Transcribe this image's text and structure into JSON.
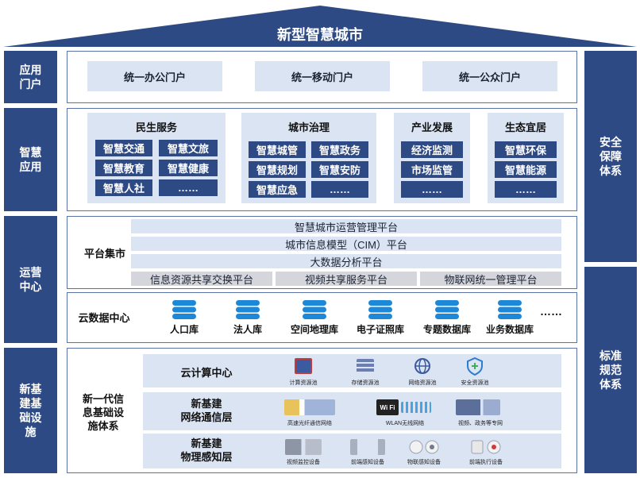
{
  "title": "新型智慧城市",
  "left_labels": {
    "portal": "应用\n门户",
    "apps": "智慧\n应用",
    "ops": "运营\n中心",
    "infra": "新基\n建基\n础设\n施"
  },
  "right_labels": {
    "security": "安全\n保障\n体系",
    "standards": "标准\n规范\n体系"
  },
  "portals": [
    "统一办公门户",
    "统一移动门户",
    "统一公众门户"
  ],
  "apps": {
    "minsheng": {
      "title": "民生服务",
      "items": [
        "智慧交通",
        "智慧文旅",
        "智慧教育",
        "智慧健康",
        "智慧人社",
        "……"
      ]
    },
    "city": {
      "title": "城市治理",
      "items": [
        "智慧城管",
        "智慧政务",
        "智慧规划",
        "智慧安防",
        "智慧应急",
        "……"
      ]
    },
    "industry": {
      "title": "产业发展",
      "items": [
        "经济监测",
        "市场监管",
        "……"
      ]
    },
    "eco": {
      "title": "生态宜居",
      "items": [
        "智慧环保",
        "智慧能源",
        "……"
      ]
    }
  },
  "platform": {
    "label": "平台集市",
    "bars": [
      "智慧城市运营管理平台",
      "城市信息模型（CIM）平台",
      "大数据分析平台"
    ],
    "sub": [
      "信息资源共享交换平台",
      "视频共享服务平台",
      "物联网统一管理平台"
    ]
  },
  "cloud_data": {
    "label": "云数据中心",
    "dbs": [
      "人口库",
      "法人库",
      "空间地理库",
      "电子证照库",
      "专题数据库",
      "业务数据库"
    ],
    "more": "……"
  },
  "infra": {
    "label": "新一代信\n息基础设\n施体系",
    "cloud_compute": {
      "title": "云计算中心",
      "items": [
        "计算资源池",
        "存储资源池",
        "网络资源池",
        "安全资源池"
      ]
    },
    "network": {
      "title": "新基建\n网络通信层",
      "items": [
        "高速光纤通信网络",
        "WLAN无线网络",
        "视频、政务等专网"
      ],
      "wifi": "Wi Fi"
    },
    "sensing": {
      "title": "新基建\n物理感知层",
      "items": [
        "视频监控设备",
        "前端感知设备",
        "物联感知设备",
        "前端执行设备"
      ]
    }
  },
  "colors": {
    "navy": "#2e4a84",
    "light": "#dbe4f3",
    "gray": "#d4d6db",
    "db": "#1e88d8"
  }
}
